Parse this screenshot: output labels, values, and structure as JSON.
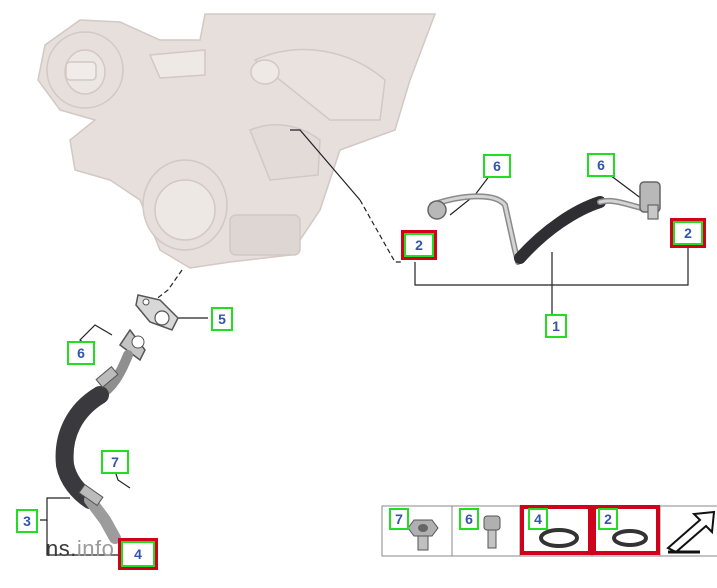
{
  "diagram": {
    "callouts": [
      {
        "label": "6",
        "highlighted": false
      },
      {
        "label": "6",
        "highlighted": false
      },
      {
        "label": "2",
        "highlighted": true
      },
      {
        "label": "2",
        "highlighted": true
      },
      {
        "label": "1",
        "highlighted": false
      },
      {
        "label": "5",
        "highlighted": false
      },
      {
        "label": "6",
        "highlighted": false
      },
      {
        "label": "7",
        "highlighted": false
      },
      {
        "label": "3",
        "highlighted": false
      },
      {
        "label": "4",
        "highlighted": true
      }
    ],
    "legend": [
      {
        "label": "7",
        "part": "flange-nut",
        "highlighted": false
      },
      {
        "label": "6",
        "part": "bolt",
        "highlighted": false
      },
      {
        "label": "4",
        "part": "seal-ring",
        "highlighted": true
      },
      {
        "label": "2",
        "part": "seal-ring",
        "highlighted": true
      }
    ],
    "watermark": {
      "prefix": "ns.",
      "suffix": "info"
    },
    "colors": {
      "callout_border": "#22dd22",
      "callout_text": "#3355aa",
      "highlight": "#d0021b",
      "turbo_body": "#e6dfdc"
    }
  }
}
